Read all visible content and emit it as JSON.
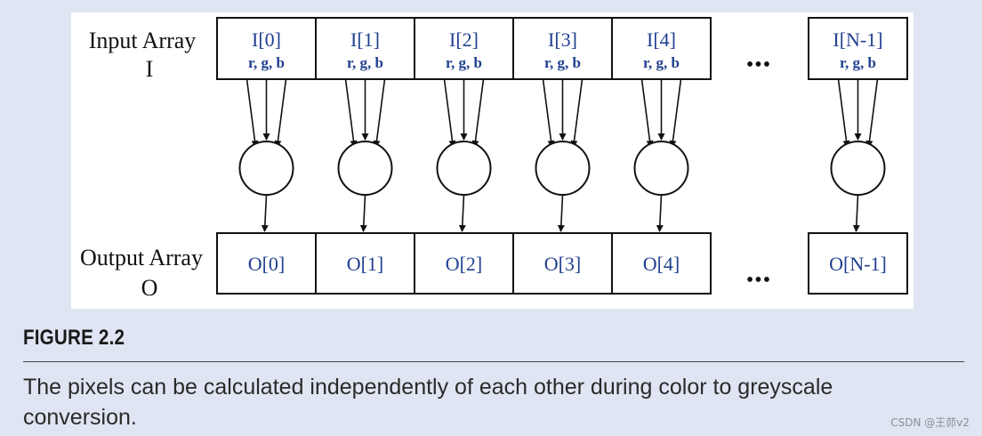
{
  "diagram": {
    "input_label": [
      "Input Array",
      "I"
    ],
    "output_label": [
      "Output Array",
      "O"
    ],
    "input_cells": [
      {
        "index": "I[0]",
        "channels": "r, g, b"
      },
      {
        "index": "I[1]",
        "channels": "r, g, b"
      },
      {
        "index": "I[2]",
        "channels": "r, g, b"
      },
      {
        "index": "I[3]",
        "channels": "r, g, b"
      },
      {
        "index": "I[4]",
        "channels": "r, g, b"
      },
      {
        "index": "I[N-1]",
        "channels": "r, g, b"
      }
    ],
    "output_cells": [
      "O[0]",
      "O[1]",
      "O[2]",
      "O[3]",
      "O[4]",
      "O[N-1]"
    ],
    "ellipsis": "•••"
  },
  "figure": {
    "heading": "FIGURE 2.2",
    "caption": "The pixels can be calculated independently of each other during color to greyscale conversion."
  },
  "watermark": "CSDN @王茆v2"
}
